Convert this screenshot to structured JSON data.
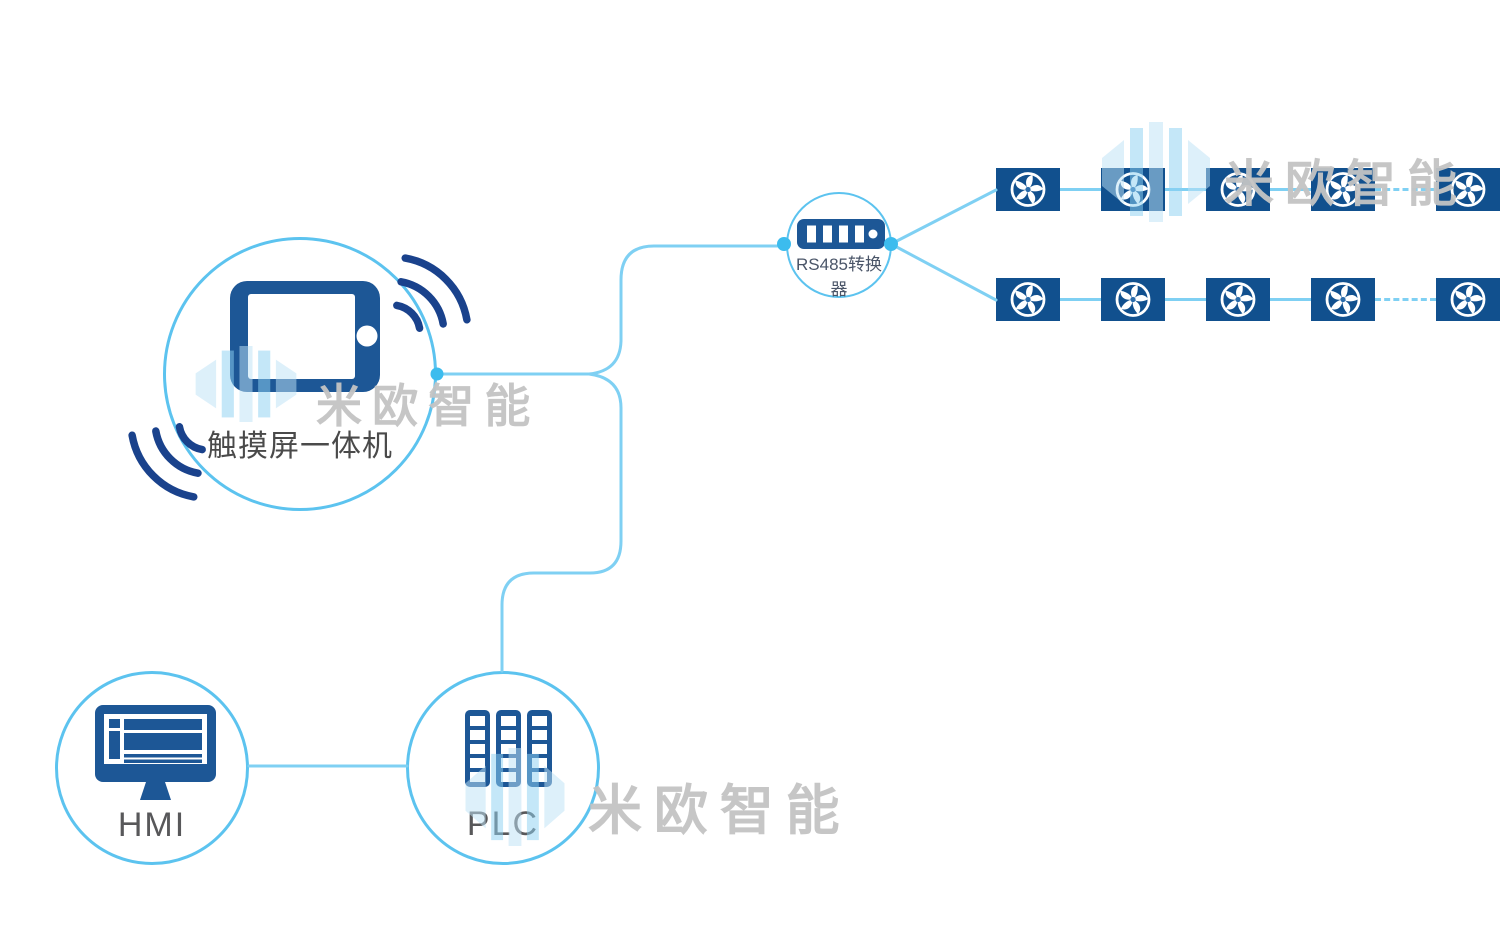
{
  "diagram": {
    "title": "",
    "nodes": {
      "touchscreen": {
        "label": "触摸屏一体机",
        "icon": "tablet-icon"
      },
      "hmi": {
        "label": "HMI",
        "icon": "monitor-icon"
      },
      "plc": {
        "label": "PLC",
        "icon": "plc-rack-icon"
      },
      "rs485": {
        "label": "RS485转换器",
        "icon": "serial-converter-icon"
      }
    },
    "connections": [
      "touchscreen — rs485",
      "touchscreen — plc",
      "hmi — plc",
      "rs485 — fan-row-1",
      "rs485 — fan-row-2"
    ],
    "fan_network": {
      "rows": 2,
      "fans_per_row": 5,
      "fan_icon": "fan-icon",
      "last_link_style": "dashed"
    }
  },
  "watermark": {
    "text": "米欧智能",
    "logo_icon": "miou-logo"
  },
  "icons": [
    "tablet-icon",
    "wifi-waves-icon",
    "monitor-icon",
    "plc-rack-icon",
    "serial-converter-icon",
    "fan-icon",
    "miou-logo"
  ],
  "colors": {
    "navy": "#1d5796",
    "fan_navy": "#11508e",
    "wifi_navy": "#1a428c",
    "circle_stroke": "#5cc3ef",
    "line": "#7fd0f3",
    "dot": "#3cbcee",
    "label_dark": "#4a4a4a",
    "label_gray": "#58585a",
    "rs485_label": "#4a5568",
    "wm_gray": "#c4c4c4",
    "wm_blue_light": "#bfe3f7",
    "wm_blue_mid": "#8ed2f2"
  }
}
